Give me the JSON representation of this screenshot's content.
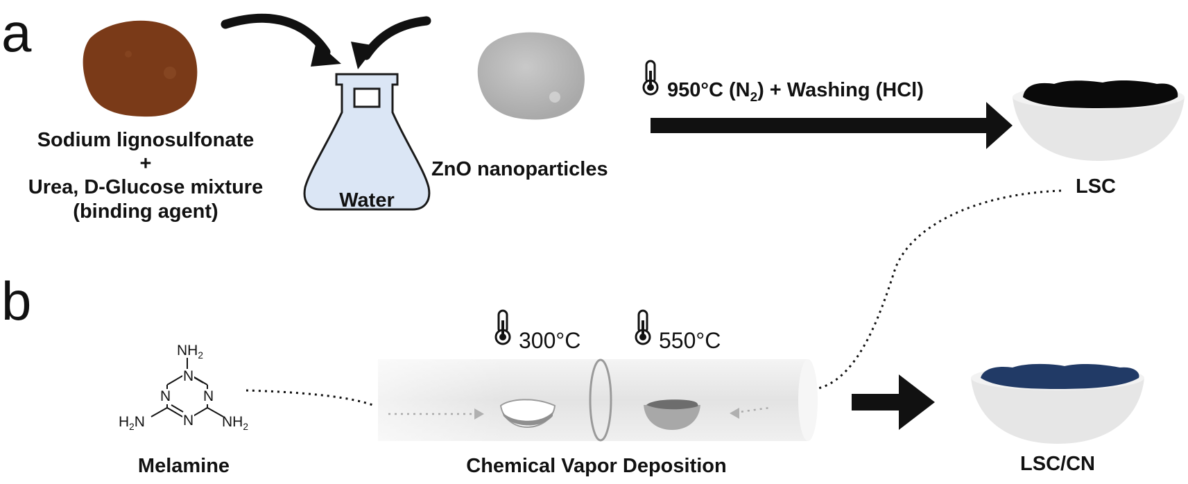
{
  "panels": {
    "a": "a",
    "b": "b"
  },
  "panel_a": {
    "lignin_line1": "Sodium lignosulfonate",
    "lignin_plus": "+",
    "lignin_line2": "Urea, D-Glucose mixture",
    "lignin_line3": "(binding agent)",
    "flask_label": "Water",
    "zno_label": "ZnO nanoparticles",
    "process_temp": "950°C (N",
    "process_sub": "2",
    "process_rest": ") + Washing (HCl)",
    "product_label": "LSC"
  },
  "panel_b": {
    "melamine_label": "Melamine",
    "nh2_top": "NH",
    "nh2_left": "H",
    "nh2_right": "NH",
    "sub2": "2",
    "n_atom": "N",
    "cvd_label": "Chemical Vapor Deposition",
    "temp_low": "300°C",
    "temp_high": "550°C",
    "product_label": "LSC/CN"
  },
  "colors": {
    "lignin_powder": "#7a3a18",
    "zno_powder": "#bdbdbd",
    "flask_liquid": "#dbe6f5",
    "lsc_carbon": "#0a0a0a",
    "lsc_cn": "#213a66",
    "bowl": "#e6e6e6",
    "tube": "#ececec"
  },
  "icons": [
    "thermometer-icon",
    "curved-arrow-icon",
    "flask-icon",
    "bowl-icon",
    "melamine-structure-icon"
  ]
}
